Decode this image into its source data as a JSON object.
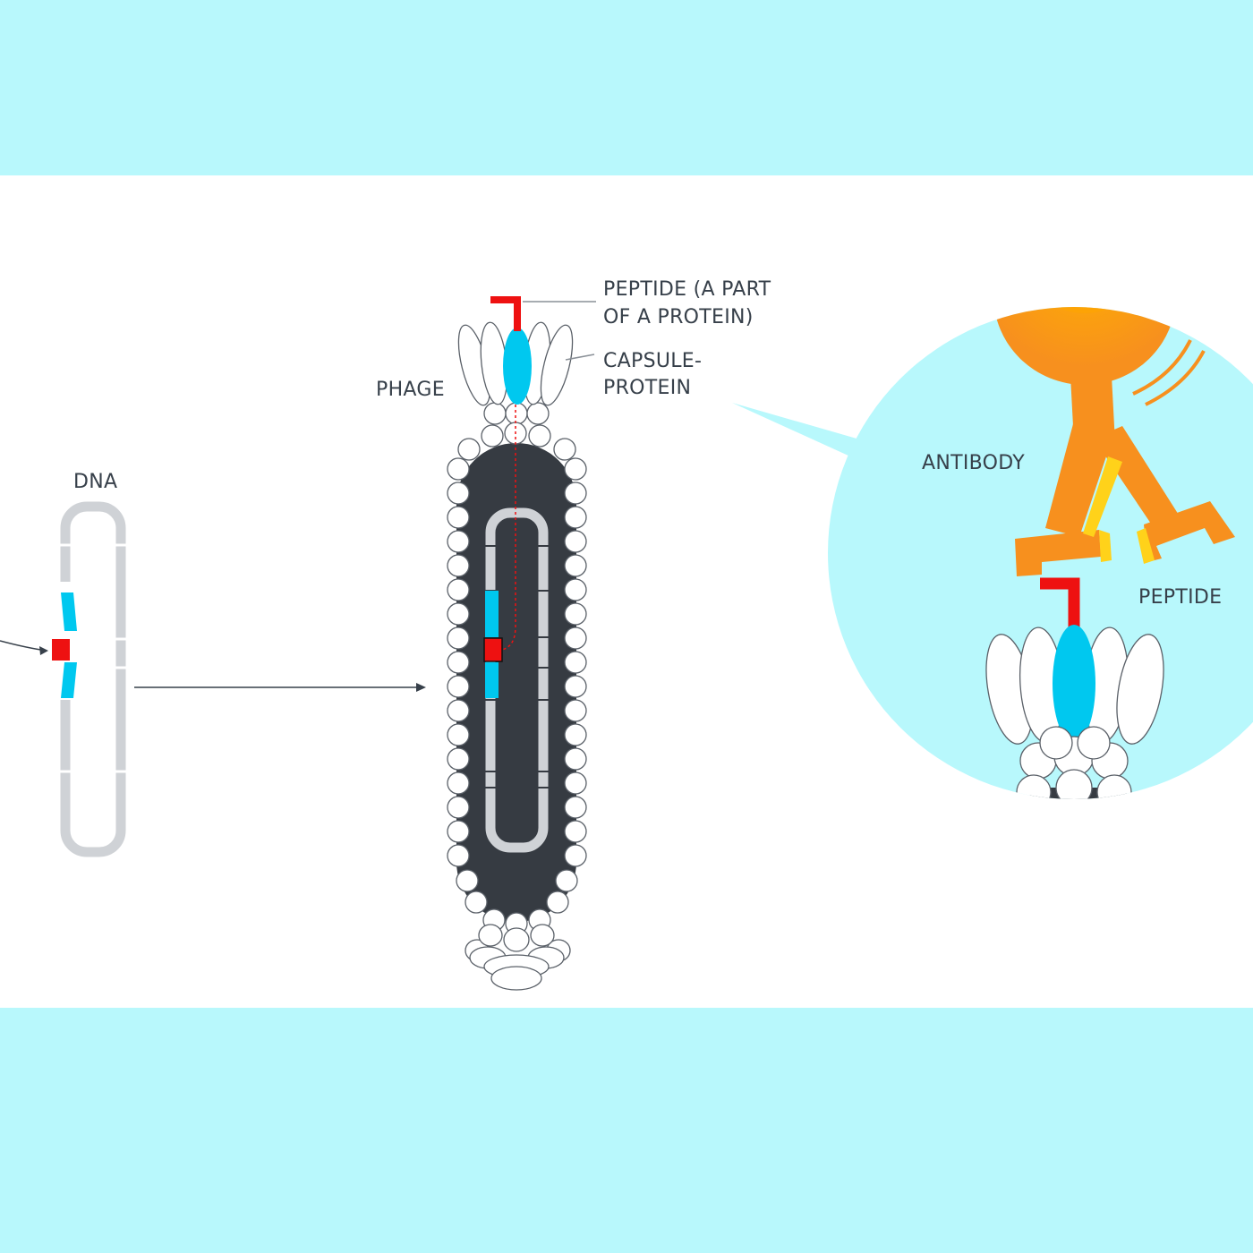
{
  "labels": {
    "dna": "DNA",
    "phage": "PHAGE",
    "peptide_top_line1": "PEPTIDE (A PART",
    "peptide_top_line2": "OF A PROTEIN)",
    "capsule_line1": "CAPSULE-",
    "capsule_line2": "PROTEIN",
    "antibody": "ANTIBODY",
    "peptide_zoom": "PEPTIDE"
  },
  "colors": {
    "band": "#b8f8fc",
    "panel": "#ffffff",
    "dna_gray": "#cfd2d6",
    "cyan": "#00c8ef",
    "peptide_red": "#ee1111",
    "phage_body": "#363b42",
    "antibody_orange": "#f7901e",
    "antibody_yellow": "#ffd21a",
    "zoom_circle": "#b8f8fc",
    "text": "#37404a"
  }
}
